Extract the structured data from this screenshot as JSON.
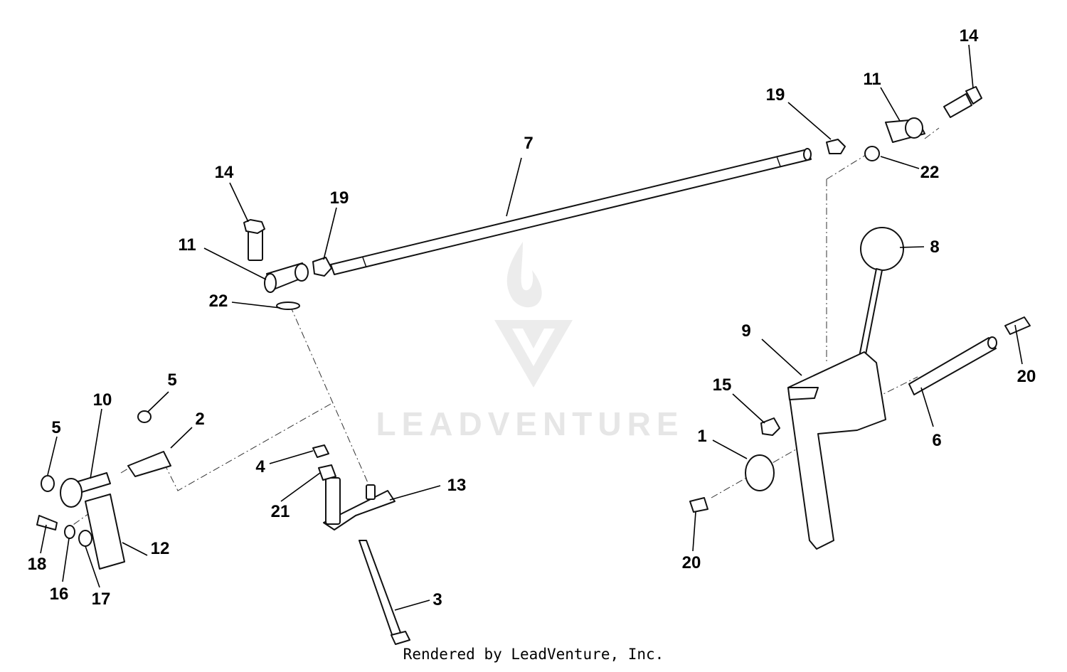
{
  "watermark": {
    "brand": "LEADVENTURE"
  },
  "footer": {
    "rendered_by": "Rendered by LeadVenture, Inc."
  },
  "callouts": [
    {
      "id": "c14-top",
      "number": "14"
    },
    {
      "id": "c11-top",
      "number": "11"
    },
    {
      "id": "c19-top",
      "number": "19"
    },
    {
      "id": "c22-top",
      "number": "22"
    },
    {
      "id": "c7",
      "number": "7"
    },
    {
      "id": "c14-left",
      "number": "14"
    },
    {
      "id": "c19-left",
      "number": "19"
    },
    {
      "id": "c11-left",
      "number": "11"
    },
    {
      "id": "c22-left",
      "number": "22"
    },
    {
      "id": "c8",
      "number": "8"
    },
    {
      "id": "c9",
      "number": "9"
    },
    {
      "id": "c15",
      "number": "15"
    },
    {
      "id": "c20-right",
      "number": "20"
    },
    {
      "id": "c1",
      "number": "1"
    },
    {
      "id": "c6",
      "number": "6"
    },
    {
      "id": "c20-bottom",
      "number": "20"
    },
    {
      "id": "c5-upper",
      "number": "5"
    },
    {
      "id": "c10",
      "number": "10"
    },
    {
      "id": "c2",
      "number": "2"
    },
    {
      "id": "c5-lower",
      "number": "5"
    },
    {
      "id": "c4",
      "number": "4"
    },
    {
      "id": "c13",
      "number": "13"
    },
    {
      "id": "c21",
      "number": "21"
    },
    {
      "id": "c12",
      "number": "12"
    },
    {
      "id": "c18",
      "number": "18"
    },
    {
      "id": "c16",
      "number": "16"
    },
    {
      "id": "c17",
      "number": "17"
    },
    {
      "id": "c3",
      "number": "3"
    }
  ]
}
